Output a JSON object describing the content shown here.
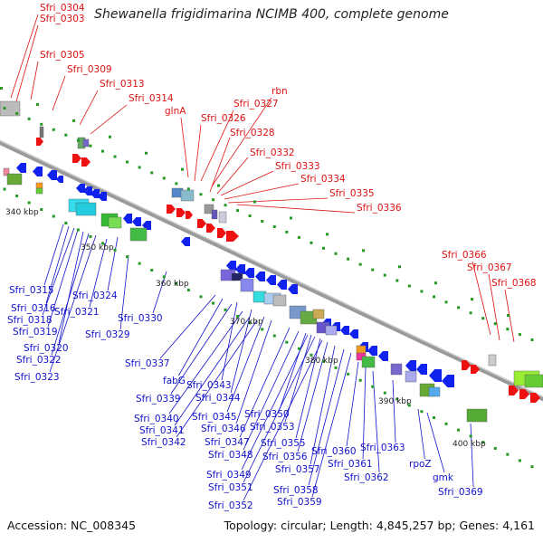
{
  "title": "Shewanella frigidimarina NCIMB 400, complete genome",
  "footer": {
    "accession": "Accession: NC_008345",
    "topology": "Topology: circular; Length: 4,845,257 bp; Genes: 4,161"
  },
  "axis": {
    "ticks": [
      "340 kbp",
      "350 kbp",
      "360 kbp",
      "370 kbp",
      "380 kbp",
      "390 kbp",
      "400 kbp"
    ]
  },
  "labels_top": [
    "Sfri_0304",
    "Sfri_0303",
    "Sfri_0305",
    "Sfri_0309",
    "Sfri_0313",
    "Sfri_0314",
    "glnA",
    "Sfri_0326",
    "Sfri_0327",
    "rbn",
    "Sfri_0328",
    "Sfri_0332",
    "Sfri_0333",
    "Sfri_0334",
    "Sfri_0335",
    "Sfri_0336",
    "Sfri_0366",
    "Sfri_0367",
    "Sfri_0368"
  ],
  "labels_bottom": [
    "Sfri_0315",
    "Sfri_0316",
    "Sfri_0318",
    "Sfri_0319",
    "Sfri_0320",
    "Sfri_0322",
    "Sfri_0323",
    "Sfri_0324",
    "Sfri_0321",
    "Sfri_0329",
    "Sfri_0330",
    "Sfri_0337",
    "fabG",
    "Sfri_0343",
    "Sfri_0339",
    "Sfri_0344",
    "Sfri_0340",
    "Sfri_0345",
    "Sfri_0341",
    "Sfri_0346",
    "Sfri_0342",
    "Sfri_0350",
    "Sfri_0353",
    "Sfri_0347",
    "Sfri_0355",
    "Sfri_0348",
    "Sfri_0356",
    "Sfri_0349",
    "Sfri_0357",
    "Sfri_0351",
    "Sfri_0358",
    "Sfri_0352",
    "Sfri_0359",
    "Sfri_0360",
    "Sfri_0361",
    "Sfri_0362",
    "Sfri_0363",
    "rpoZ",
    "gmk",
    "Sfri_0369"
  ],
  "colors": {
    "forward_gene": "#ee1111",
    "reverse_gene": "#1122ee",
    "backbone": "#888888",
    "top_label": "#dd1111",
    "bottom_label": "#1111cc"
  }
}
